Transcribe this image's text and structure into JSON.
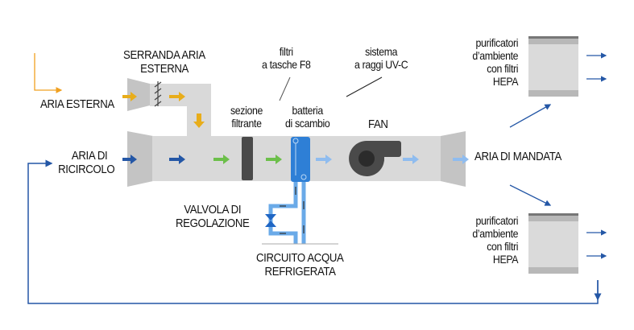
{
  "labels": {
    "serranda": [
      "SERRANDA ARIA",
      "ESTERNA"
    ],
    "aria_esterna": "ARIA ESTERNA",
    "aria_ricircolo": [
      "ARIA DI",
      "RICIRCOLO"
    ],
    "filtri_tasche": [
      "filtri",
      "a tasche F8"
    ],
    "sistema_uv": [
      "sistema",
      "a raggi UV-C"
    ],
    "sezione_filtrante": [
      "sezione",
      "filtrante"
    ],
    "batteria": [
      "batteria",
      "di scambio"
    ],
    "fan": "FAN",
    "aria_mandata": "ARIA DI MANDATA",
    "valvola": [
      "VALVOLA DI",
      "REGOLAZIONE"
    ],
    "circuito": [
      "CIRCUITO ACQUA",
      "REFRIGERATA"
    ],
    "purificatori_top": [
      "purificatori",
      "d’ambiente",
      "con filtri",
      "HEPA"
    ],
    "purificatori_bottom": [
      "purificatori",
      "d’ambiente",
      "con filtri",
      "HEPA"
    ]
  },
  "colors": {
    "duct": "#d9d9d9",
    "inlet": "#c4c4c4",
    "outside_air": "#e8ad1a",
    "recirc": "#2457a6",
    "filtered": "#6cbf4a",
    "cooled": "#8fbcef",
    "coil": "#2e7fd6",
    "dark": "#4a4a4a"
  }
}
